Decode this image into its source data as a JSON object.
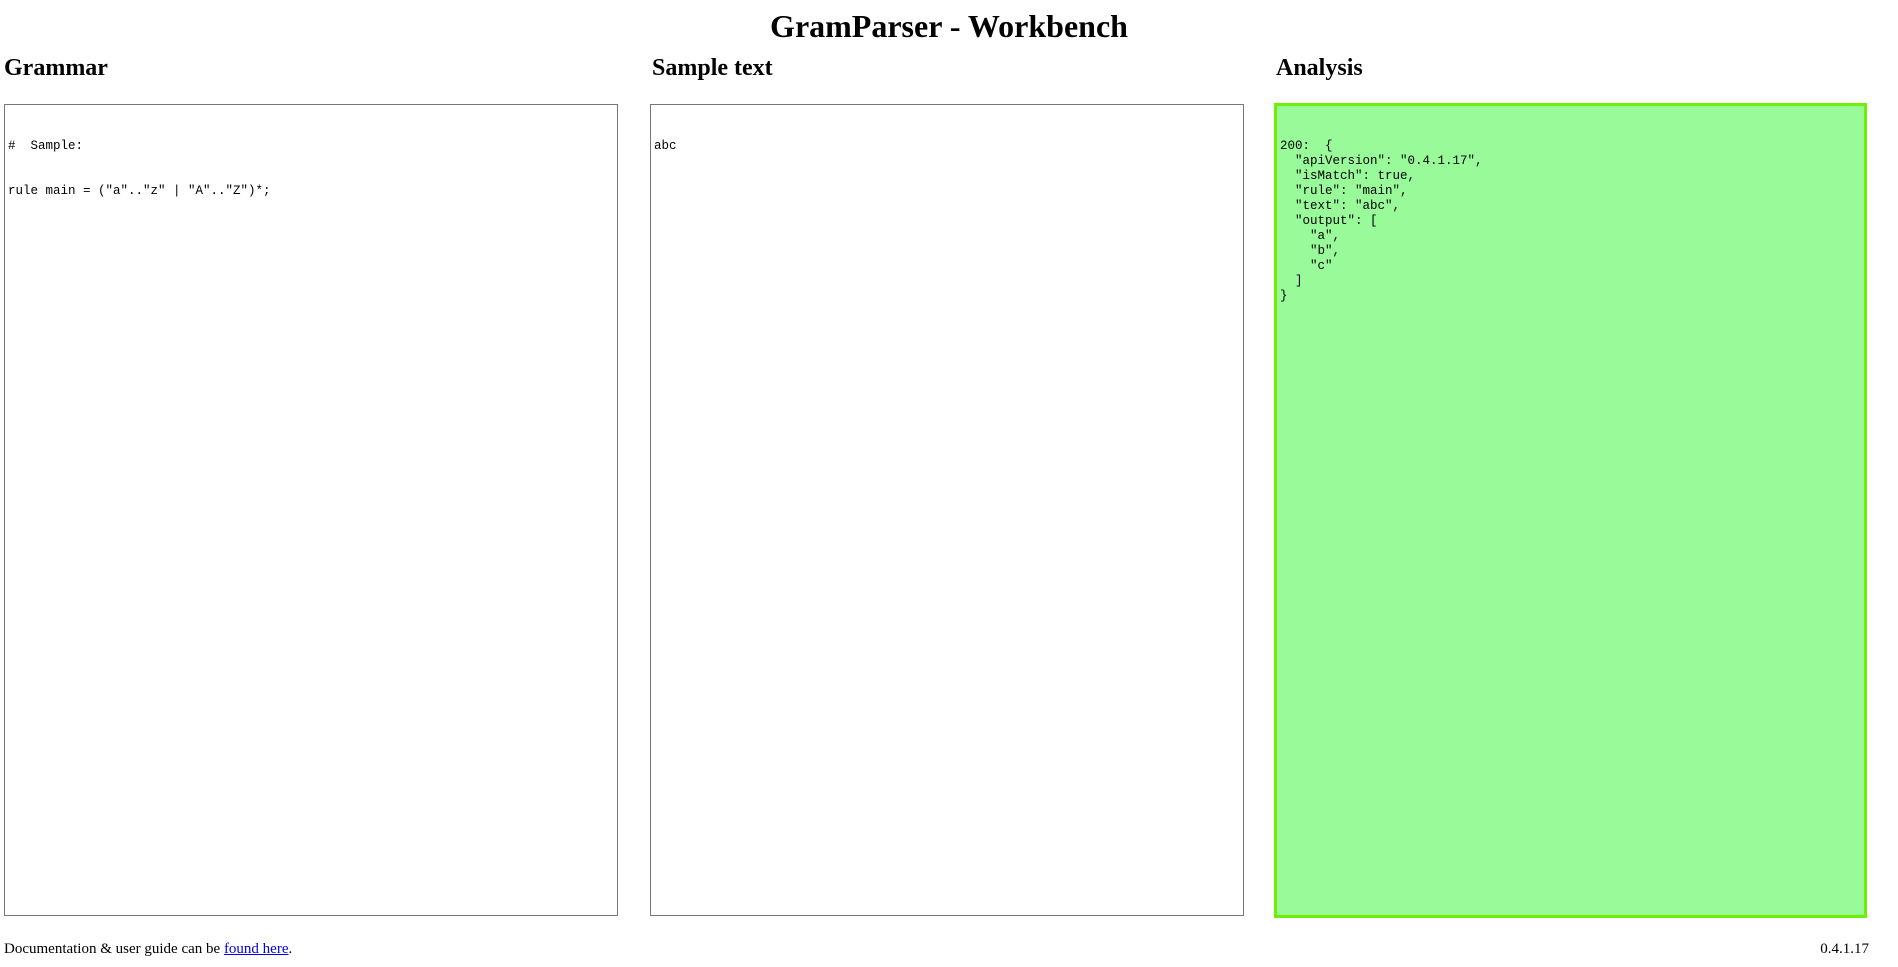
{
  "header": {
    "title": "GramParser - Workbench"
  },
  "grammar": {
    "heading": "Grammar",
    "lines": [
      "#  Sample:",
      "rule main = (\"a\"..\"z\" | \"A\"..\"Z\")*;"
    ]
  },
  "sample": {
    "heading": "Sample text",
    "text": "abc"
  },
  "analysis": {
    "heading": "Analysis",
    "text": "200:  {\n  \"apiVersion\": \"0.4.1.17\",\n  \"isMatch\": true,\n  \"rule\": \"main\",\n  \"text\": \"abc\",\n  \"output\": [\n    \"a\",\n    \"b\",\n    \"c\"\n  ]\n}",
    "status_color": "#98fa98",
    "border_color": "#6ef000"
  },
  "footer": {
    "doc_prefix": "Documentation & user guide can be",
    "doc_link": "found here",
    "doc_suffix": ".",
    "version": "0.4.1.17"
  }
}
